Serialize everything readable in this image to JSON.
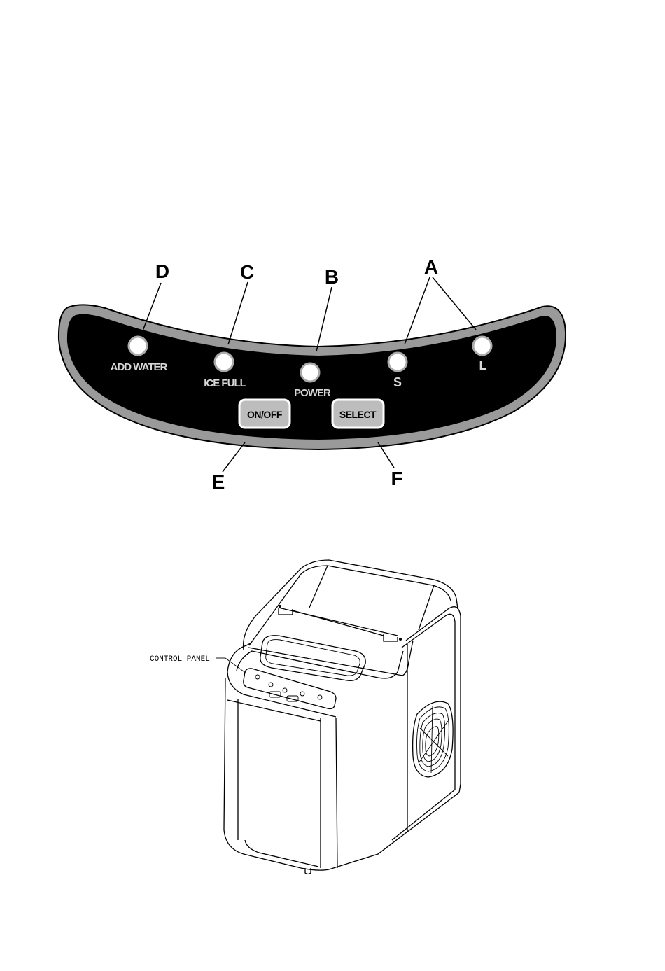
{
  "control_panel": {
    "indicators": {
      "add_water": "ADD WATER",
      "ice_full": "ICE FULL",
      "power": "POWER",
      "small": "S",
      "large": "L"
    },
    "buttons": {
      "on_off": "ON/OFF",
      "select": "SELECT"
    },
    "callouts": {
      "a": "A",
      "b": "B",
      "c": "C",
      "d": "D",
      "e": "E",
      "f": "F"
    }
  },
  "machine": {
    "control_panel_label": "CONTROL PANEL"
  }
}
